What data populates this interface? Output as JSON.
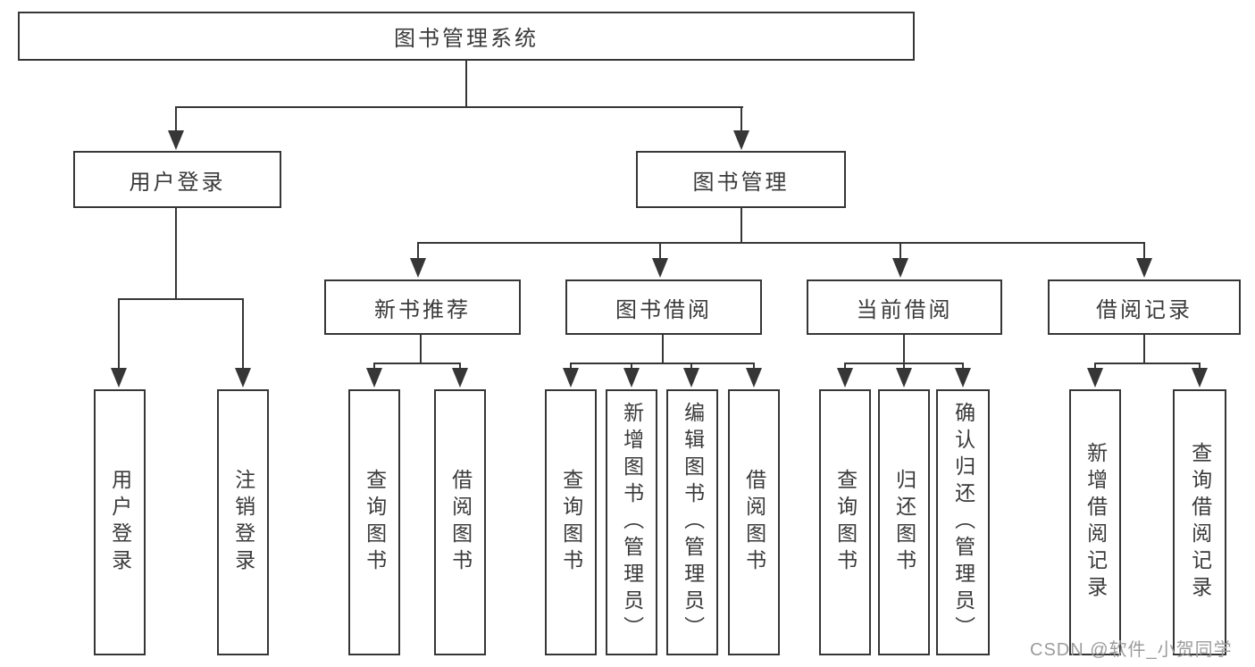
{
  "tree": {
    "root": "图书管理系统",
    "branches": [
      {
        "label": "用户登录",
        "leaves": [
          "用户登录",
          "注销登录"
        ]
      },
      {
        "label": "图书管理",
        "sections": [
          {
            "label": "新书推荐",
            "leaves": [
              "查询图书",
              "借阅图书"
            ]
          },
          {
            "label": "图书借阅",
            "leaves": [
              "查询图书",
              "新增图书（管理员）",
              "编辑图书（管理员）",
              "借阅图书"
            ]
          },
          {
            "label": "当前借阅",
            "leaves": [
              "查询图书",
              "归还图书",
              "确认归还（管理员）"
            ]
          },
          {
            "label": "借阅记录",
            "leaves": [
              "新增借阅记录",
              "查询借阅记录"
            ]
          }
        ]
      }
    ]
  },
  "watermark": {
    "text": "CSDN @软件_小贺同学"
  },
  "colors": {
    "line": "#363636",
    "text": "#3a3a3a",
    "watermark": "#9c9c9c",
    "background": "#ffffff"
  }
}
